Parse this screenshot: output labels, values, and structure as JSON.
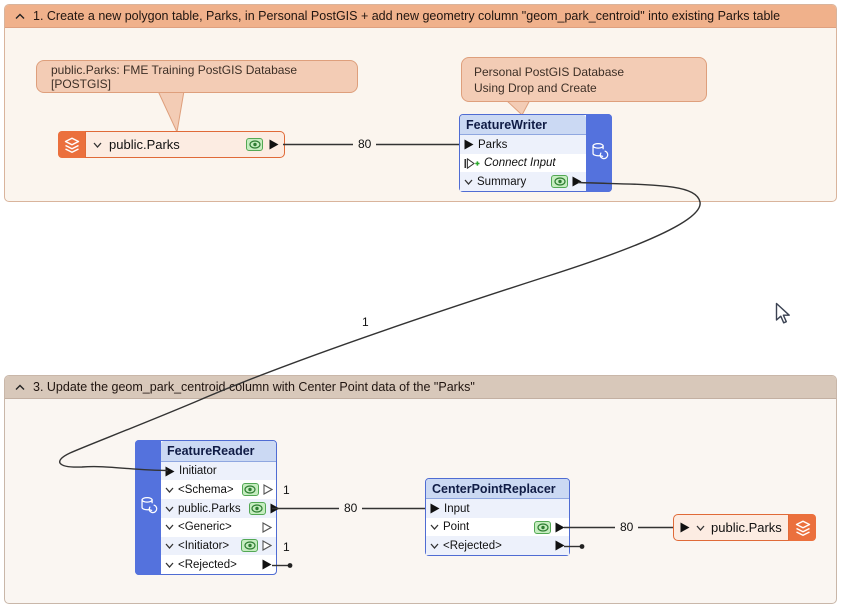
{
  "bookmarks": [
    {
      "title": "1. Create a new polygon table, Parks, in Personal PostGIS + add new geometry column \"geom_park_centroid\" into existing Parks table"
    },
    {
      "title": "3. Update the geom_park_centroid column with Center Point data of the \"Parks\""
    }
  ],
  "annotations": [
    {
      "text": "public.Parks: FME Training PostGIS Database [POSTGIS]"
    },
    {
      "line1": "Personal PostGIS Database",
      "line2": "Using Drop and Create"
    }
  ],
  "nodes": {
    "reader": {
      "label": "public.Parks"
    },
    "feature_writer": {
      "title": "FeatureWriter",
      "input": "Parks",
      "connect": "Connect Input",
      "output": "Summary"
    },
    "feature_reader": {
      "title": "FeatureReader",
      "input": "Initiator",
      "outputs": [
        {
          "label": "<Schema>",
          "count": "1"
        },
        {
          "label": "public.Parks"
        },
        {
          "label": "<Generic>"
        },
        {
          "label": "<Initiator>",
          "count": "1"
        },
        {
          "label": "<Rejected>"
        }
      ]
    },
    "center_point_replacer": {
      "title": "CenterPointReplacer",
      "input": "Input",
      "outputs": [
        {
          "label": "Point"
        },
        {
          "label": "<Rejected>"
        }
      ]
    },
    "writer": {
      "label": "public.Parks"
    }
  },
  "edge_labels": {
    "reader_to_featurewriter": "80",
    "summary_to_initiator": "1",
    "featurereader_to_centerpoint": "80",
    "centerpoint_to_writer": "80"
  },
  "colors": {
    "bookmark1_header": "#f0b18b",
    "bookmark3_header": "#d8c8ba",
    "annotation_fill": "#f3ccb5",
    "node_orange": "#eb703d",
    "node_blue_bar": "#5472dd",
    "node_blue_header": "#cbd9f3",
    "eye_green": "#53a854"
  }
}
